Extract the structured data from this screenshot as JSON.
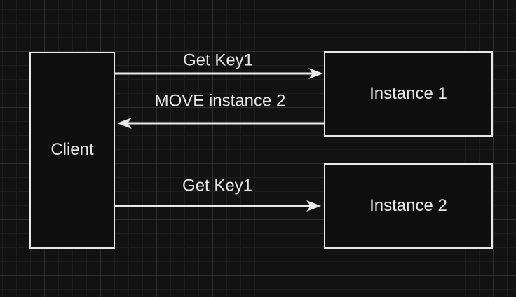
{
  "colors": {
    "canvas_bg": "#121212",
    "grid_minor": "#1d1d1d",
    "grid_major": "#2f2f2f",
    "stroke": "#e9e9e9",
    "shape_fill": "#0f0f0f",
    "text": "#e7e7e7"
  },
  "diagram": {
    "nodes": [
      {
        "id": "client",
        "label": "Client"
      },
      {
        "id": "instance1",
        "label": "Instance 1"
      },
      {
        "id": "instance2",
        "label": "Instance 2"
      }
    ],
    "edges": [
      {
        "from": "client",
        "to": "instance1",
        "direction": "right",
        "label": "Get Key1"
      },
      {
        "from": "instance1",
        "to": "client",
        "direction": "left",
        "label": "MOVE instance 2"
      },
      {
        "from": "client",
        "to": "instance2",
        "direction": "right",
        "label": "Get Key1"
      }
    ]
  }
}
